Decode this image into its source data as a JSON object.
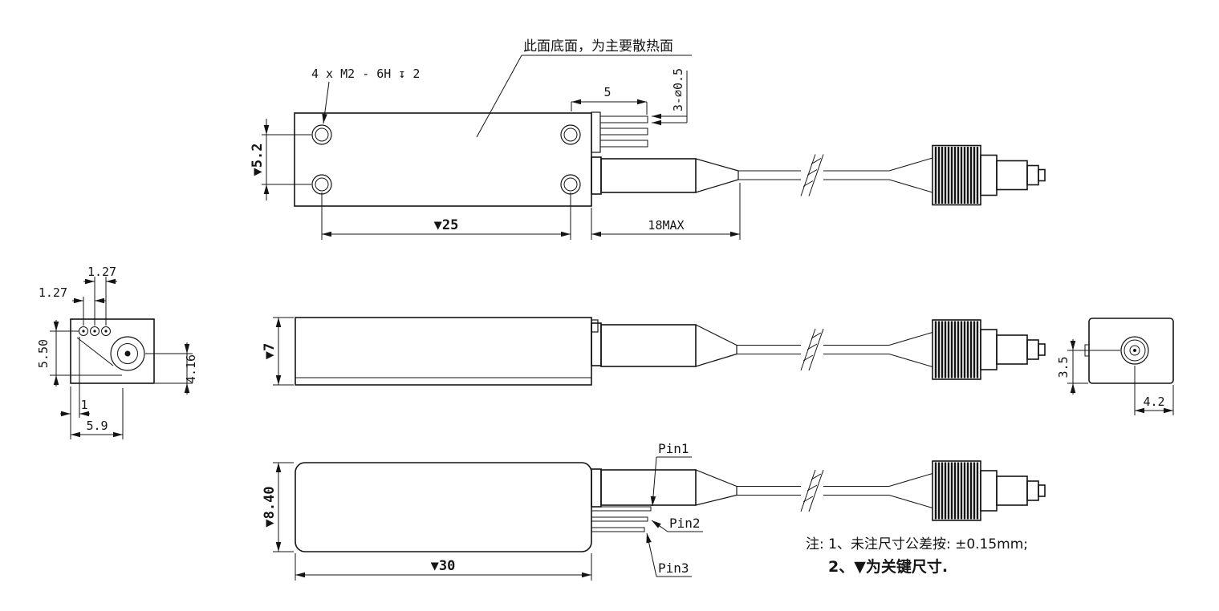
{
  "colors": {
    "ink": "#141414",
    "background": "#ffffff"
  },
  "top_view": {
    "callout_heatsink": "此面底面，为主要散热面",
    "thread_note": "4 x M2 - 6H ↧ 2",
    "dim_height": "▼5.2",
    "dim_length": "▼25",
    "dim_connector": "18MAX",
    "dim_pin_len": "5",
    "dim_pin_dia": "3-∅0.5"
  },
  "left_view": {
    "dim_pitch_top": "1.27",
    "dim_pitch_left": "1.27",
    "dim_height": "5.50",
    "dim_fiber_height": "4.16",
    "dim_edge": "1",
    "dim_width": "5.9"
  },
  "side_view": {
    "dim_height": "▼7"
  },
  "right_view": {
    "dim_fiber_height": "3.5",
    "dim_width": "4.2"
  },
  "bottom_view": {
    "dim_height": "▼8.40",
    "dim_length": "▼30",
    "pin1": "Pin1",
    "pin2": "Pin2",
    "pin3": "Pin3"
  },
  "notes": {
    "line1": "注: 1、未注尺寸公差按: ±0.15mm;",
    "line2": "2、▼为关键尺寸."
  }
}
